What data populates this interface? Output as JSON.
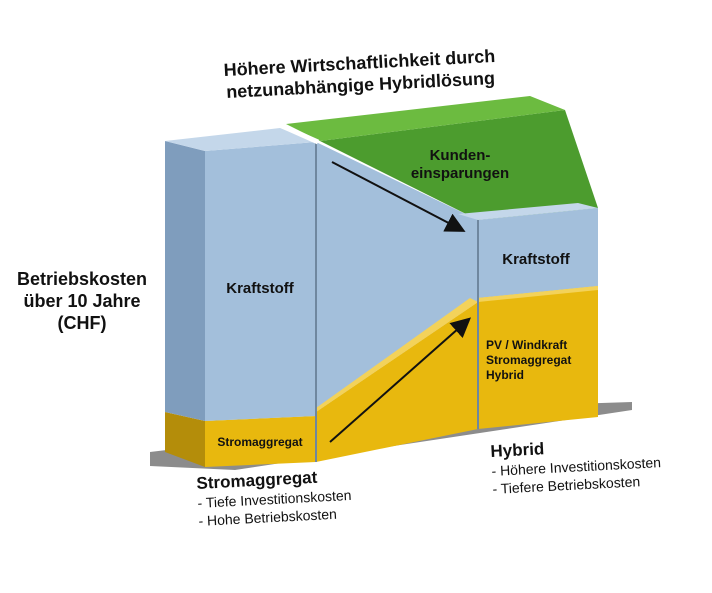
{
  "title_lines": [
    "Höhere Wirtschaftlichkeit durch",
    "netzunabhängige Hybridlösung"
  ],
  "y_label_lines": [
    "Betriebskosten",
    "über 10 Jahre",
    "(CHF)"
  ],
  "blocks": {
    "left_fuel": "Kraftstoff",
    "left_genset": "Stromaggregat",
    "savings_lines": [
      "Kunden-",
      "einsparungen"
    ],
    "right_fuel": "Kraftstoff",
    "right_hybrid_lines": [
      "PV / Windkraft",
      "Stromaggregat",
      "Hybrid"
    ]
  },
  "legend_left": {
    "head": "Stromaggregat",
    "lines": [
      "- Tiefe Investitionskosten",
      "- Hohe Betriebskosten"
    ]
  },
  "legend_right": {
    "head": "Hybrid",
    "lines": [
      "- Höhere Investitionskosten",
      "- Tiefere Betriebskosten"
    ]
  },
  "colors": {
    "blue_front": "#a3bfdb",
    "blue_top": "#c4d7ea",
    "blue_side": "#7f9dbd",
    "yellow_front": "#e8b80e",
    "yellow_top": "#f3d25a",
    "yellow_side": "#b48d0a",
    "green_front": "#4c9c2e",
    "green_top": "#6cbb40",
    "floor": "#8c8c8c"
  }
}
